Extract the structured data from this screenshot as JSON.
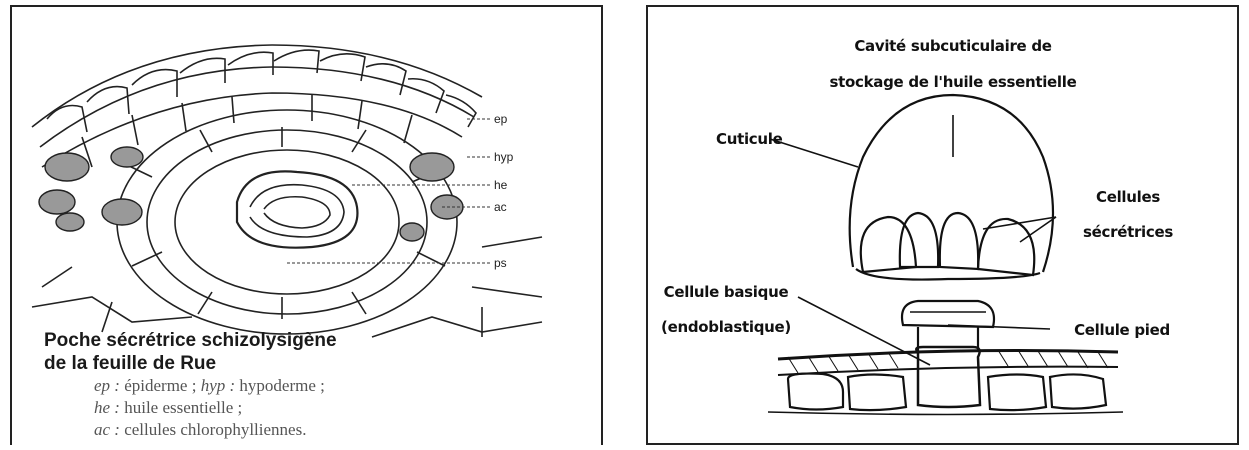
{
  "left_figure": {
    "labels": {
      "ep": "ep",
      "hyp": "hyp",
      "he": "he",
      "ac": "ac",
      "ps": "ps"
    },
    "caption": {
      "title_line1": "Poche sécrétrice schizolysigène",
      "title_line2": "de la feuille de Rue",
      "legend": [
        {
          "abbr": "ep :",
          "text": " épiderme ; ",
          "abbr2": "hyp :",
          "text2": " hypoderme ;"
        },
        {
          "abbr": "he :",
          "text": " huile essentielle ;",
          "abbr2": "",
          "text2": ""
        },
        {
          "abbr": "ac :",
          "text": " cellules chlorophylliennes.",
          "abbr2": "",
          "text2": ""
        }
      ]
    }
  },
  "right_figure": {
    "labels": {
      "cavity_line1": "Cavité subcuticulaire de",
      "cavity_line2": "stockage de l'huile essentielle",
      "cuticule": "Cuticule",
      "secretory_line1": "Cellules",
      "secretory_line2": "sécrétrices",
      "basal_line1": "Cellule basique",
      "basal_line2": "(endoblastique)",
      "foot": "Cellule pied"
    }
  }
}
